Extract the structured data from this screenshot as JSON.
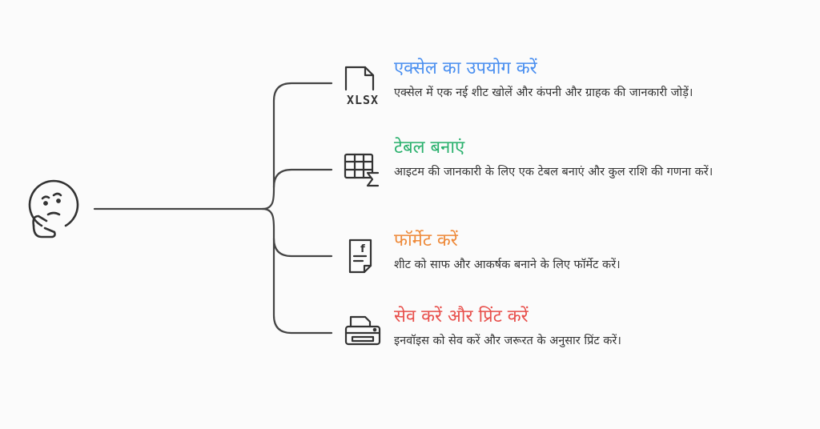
{
  "colors": {
    "connector": "#444444",
    "icon": "#333333",
    "step1": "#4a8ff0",
    "step2": "#29b06c",
    "step3": "#ee8a3a",
    "step4": "#e8504c"
  },
  "icons": {
    "root": "thinking-face-icon",
    "step1": "xlsx-file-icon",
    "step2": "table-sum-icon",
    "step3": "formatted-document-icon",
    "step4": "printer-icon"
  },
  "steps": [
    {
      "title": "एक्सेल का उपयोग करें",
      "description": "एक्सेल में एक नई शीट खोलें और कंपनी और ग्राहक की जानकारी जोड़ें।",
      "icon_text": "XLSX"
    },
    {
      "title": "टेबल बनाएं",
      "description": "आइटम की जानकारी के लिए एक टेबल बनाएं और कुल राशि की गणना करें।"
    },
    {
      "title": "फॉर्मेट करें",
      "description": "शीट को साफ और आकर्षक बनाने के लिए फॉर्मेट करें।",
      "icon_text": "f"
    },
    {
      "title": "सेव करें और प्रिंट करें",
      "description": "इनवॉइस को सेव करें और जरूरत के अनुसार प्रिंट करें।"
    }
  ]
}
